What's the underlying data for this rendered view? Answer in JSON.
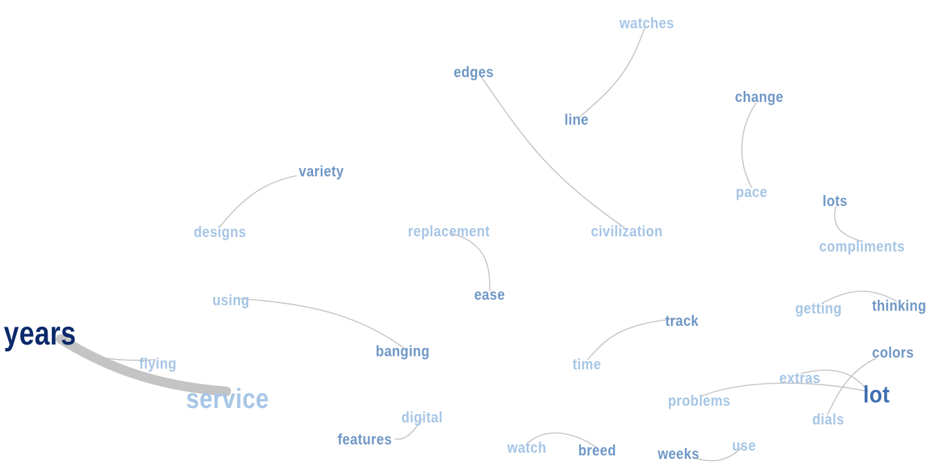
{
  "palette": {
    "dark": "#0b2a6b",
    "mid": "#3e6fb0",
    "medium": "#6f97c6",
    "light": "#a6c6e6",
    "link": "#c4c4c4"
  },
  "words": [
    {
      "id": "years",
      "text": "years",
      "tone": "dark"
    },
    {
      "id": "service",
      "text": "service",
      "tone": "light"
    },
    {
      "id": "flying",
      "text": "flying",
      "tone": "light"
    },
    {
      "id": "watches",
      "text": "watches",
      "tone": "light"
    },
    {
      "id": "line",
      "text": "line",
      "tone": "medium"
    },
    {
      "id": "edges",
      "text": "edges",
      "tone": "medium"
    },
    {
      "id": "civilization",
      "text": "civilization",
      "tone": "light"
    },
    {
      "id": "change",
      "text": "change",
      "tone": "medium"
    },
    {
      "id": "pace",
      "text": "pace",
      "tone": "light"
    },
    {
      "id": "lots",
      "text": "lots",
      "tone": "medium"
    },
    {
      "id": "compliments",
      "text": "compliments",
      "tone": "light"
    },
    {
      "id": "variety",
      "text": "variety",
      "tone": "medium"
    },
    {
      "id": "designs",
      "text": "designs",
      "tone": "light"
    },
    {
      "id": "replacement",
      "text": "replacement",
      "tone": "light"
    },
    {
      "id": "ease",
      "text": "ease",
      "tone": "medium"
    },
    {
      "id": "using",
      "text": "using",
      "tone": "light"
    },
    {
      "id": "banging",
      "text": "banging",
      "tone": "medium"
    },
    {
      "id": "getting",
      "text": "getting",
      "tone": "light"
    },
    {
      "id": "thinking",
      "text": "thinking",
      "tone": "medium"
    },
    {
      "id": "track",
      "text": "track",
      "tone": "medium"
    },
    {
      "id": "time",
      "text": "time",
      "tone": "light"
    },
    {
      "id": "colors",
      "text": "colors",
      "tone": "medium"
    },
    {
      "id": "extras",
      "text": "extras",
      "tone": "light"
    },
    {
      "id": "lot",
      "text": "lot",
      "tone": "mid"
    },
    {
      "id": "problems",
      "text": "problems",
      "tone": "light"
    },
    {
      "id": "dials",
      "text": "dials",
      "tone": "light"
    },
    {
      "id": "digital",
      "text": "digital",
      "tone": "light"
    },
    {
      "id": "features",
      "text": "features",
      "tone": "medium"
    },
    {
      "id": "watch",
      "text": "watch",
      "tone": "light"
    },
    {
      "id": "breed",
      "text": "breed",
      "tone": "medium"
    },
    {
      "id": "weeks",
      "text": "weeks",
      "tone": "medium"
    },
    {
      "id": "use",
      "text": "use",
      "tone": "light"
    }
  ],
  "links": [
    {
      "from": "years",
      "to": "service",
      "weight": 3
    },
    {
      "from": "years",
      "to": "flying",
      "weight": 1
    },
    {
      "from": "watches",
      "to": "line",
      "weight": 1
    },
    {
      "from": "edges",
      "to": "civilization",
      "weight": 1
    },
    {
      "from": "change",
      "to": "pace",
      "weight": 1
    },
    {
      "from": "lots",
      "to": "compliments",
      "weight": 1
    },
    {
      "from": "variety",
      "to": "designs",
      "weight": 1
    },
    {
      "from": "replacement",
      "to": "ease",
      "weight": 1
    },
    {
      "from": "using",
      "to": "banging",
      "weight": 1
    },
    {
      "from": "getting",
      "to": "thinking",
      "weight": 1
    },
    {
      "from": "track",
      "to": "time",
      "weight": 1
    },
    {
      "from": "lot",
      "to": "extras",
      "weight": 1
    },
    {
      "from": "lot",
      "to": "problems",
      "weight": 1
    },
    {
      "from": "colors",
      "to": "dials",
      "weight": 1
    },
    {
      "from": "digital",
      "to": "features",
      "weight": 1
    },
    {
      "from": "watch",
      "to": "breed",
      "weight": 1
    },
    {
      "from": "weeks",
      "to": "use",
      "weight": 1
    }
  ]
}
